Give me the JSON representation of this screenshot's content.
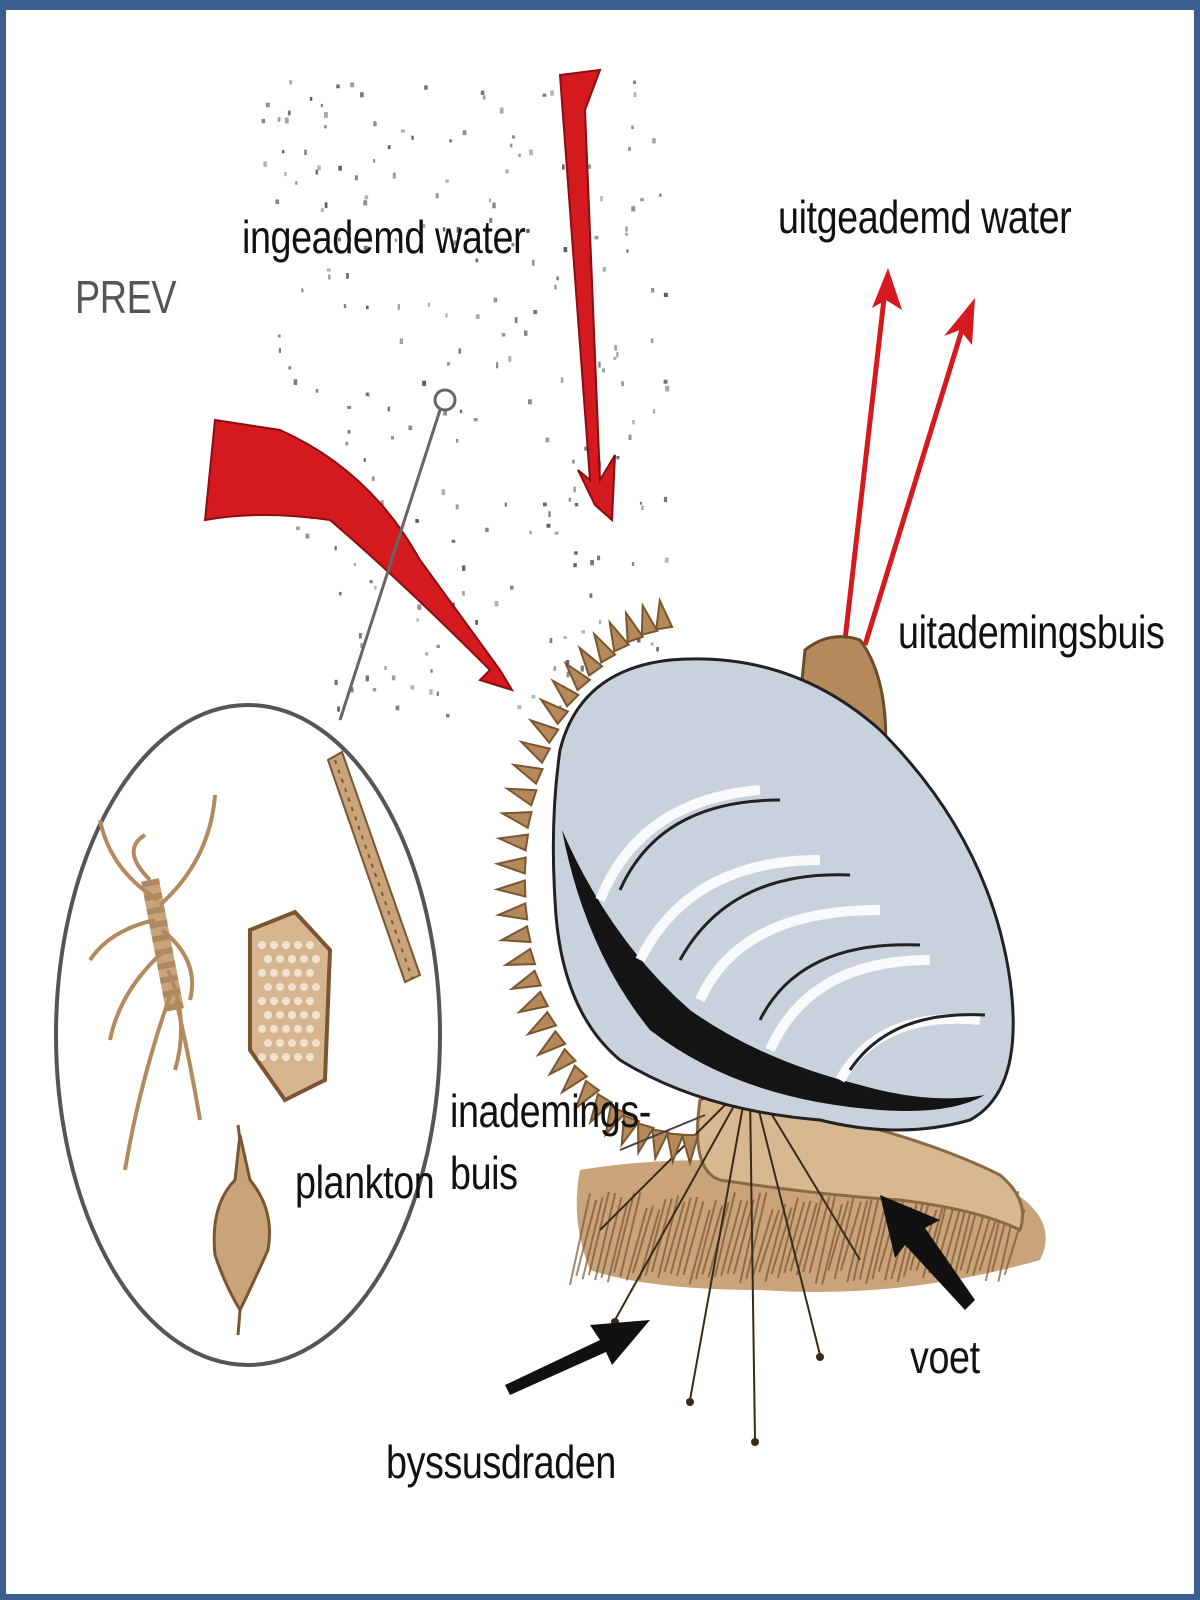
{
  "diagram": {
    "watermark": "PREV",
    "labels": {
      "inhaled_water": "ingeademd water",
      "exhaled_water": "uitgeademd water",
      "exhalation_tube": "uitademingsbuis",
      "inhalation_tube_1": "inademings-",
      "inhalation_tube_2": "buis",
      "plankton": "plankton",
      "foot": "voet",
      "byssus_threads": "byssusdraden"
    },
    "colors": {
      "frame": "#3a5f8f",
      "arrow_red": "#d41a1f",
      "shell_dark": "#141414",
      "shell_light": "#c9d2dc",
      "tan": "#b48a5c",
      "sand": "#c9a47a"
    }
  }
}
